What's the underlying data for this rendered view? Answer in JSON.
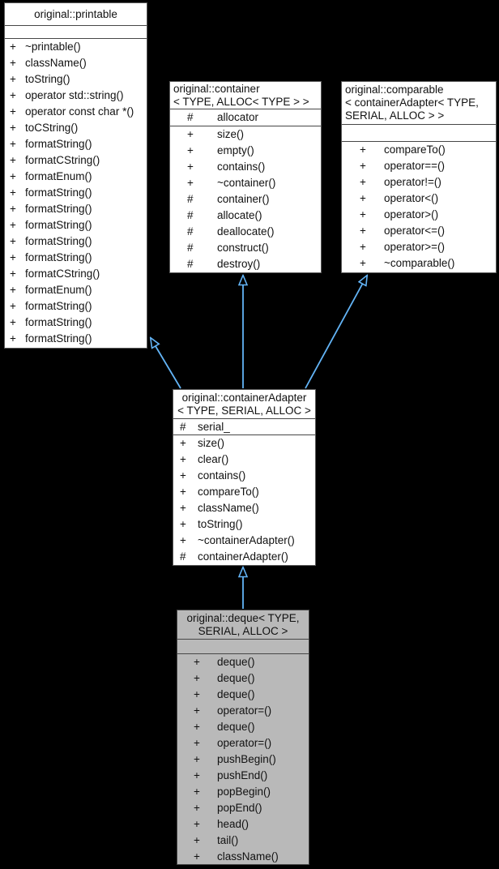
{
  "diagram": {
    "type": "uml-class-inheritance-graph",
    "background_color": "#000000",
    "edge_color": "#63B4F6",
    "current_class_fill": "#b9b9b9",
    "classes": [
      {
        "id": "printable",
        "title": "original::printable",
        "attributes": [],
        "methods": [
          {
            "v": "+",
            "n": "~printable()"
          },
          {
            "v": "+",
            "n": "className()"
          },
          {
            "v": "+",
            "n": "toString()"
          },
          {
            "v": "+",
            "n": "operator std::string()"
          },
          {
            "v": "+",
            "n": "operator const char *()"
          },
          {
            "v": "+",
            "n": "toCString()"
          },
          {
            "v": "+",
            "n": "formatString()"
          },
          {
            "v": "+",
            "n": "formatCString()"
          },
          {
            "v": "+",
            "n": "formatEnum()"
          },
          {
            "v": "+",
            "n": "formatString()"
          },
          {
            "v": "+",
            "n": "formatString()"
          },
          {
            "v": "+",
            "n": "formatString()"
          },
          {
            "v": "+",
            "n": "formatString()"
          },
          {
            "v": "+",
            "n": "formatString()"
          },
          {
            "v": "+",
            "n": "formatCString()"
          },
          {
            "v": "+",
            "n": "formatEnum()"
          },
          {
            "v": "+",
            "n": "formatString()"
          },
          {
            "v": "+",
            "n": "formatString()"
          },
          {
            "v": "+",
            "n": "formatString()"
          }
        ]
      },
      {
        "id": "container",
        "title": "original::container\n< TYPE, ALLOC< TYPE > >",
        "attributes": [
          {
            "v": "#",
            "n": "allocator"
          }
        ],
        "methods": [
          {
            "v": "+",
            "n": "size()"
          },
          {
            "v": "+",
            "n": "empty()"
          },
          {
            "v": "+",
            "n": "contains()"
          },
          {
            "v": "+",
            "n": "~container()"
          },
          {
            "v": "#",
            "n": "container()"
          },
          {
            "v": "#",
            "n": "allocate()"
          },
          {
            "v": "#",
            "n": "deallocate()"
          },
          {
            "v": "#",
            "n": "construct()"
          },
          {
            "v": "#",
            "n": "destroy()"
          }
        ]
      },
      {
        "id": "comparable",
        "title": "original::comparable\n< containerAdapter< TYPE,\nSERIAL, ALLOC > >",
        "attributes": [],
        "methods": [
          {
            "v": "+",
            "n": "compareTo()"
          },
          {
            "v": "+",
            "n": "operator==()"
          },
          {
            "v": "+",
            "n": "operator!=()"
          },
          {
            "v": "+",
            "n": "operator<()"
          },
          {
            "v": "+",
            "n": "operator>()"
          },
          {
            "v": "+",
            "n": "operator<=()"
          },
          {
            "v": "+",
            "n": "operator>=()"
          },
          {
            "v": "+",
            "n": "~comparable()"
          }
        ]
      },
      {
        "id": "containerAdapter",
        "title": "original::containerAdapter\n< TYPE, SERIAL, ALLOC >",
        "attributes": [
          {
            "v": "#",
            "n": "serial_"
          }
        ],
        "methods": [
          {
            "v": "+",
            "n": "size()"
          },
          {
            "v": "+",
            "n": "clear()"
          },
          {
            "v": "+",
            "n": "contains()"
          },
          {
            "v": "+",
            "n": "compareTo()"
          },
          {
            "v": "+",
            "n": "className()"
          },
          {
            "v": "+",
            "n": "toString()"
          },
          {
            "v": "+",
            "n": "~containerAdapter()"
          },
          {
            "v": "#",
            "n": "containerAdapter()"
          }
        ]
      },
      {
        "id": "deque",
        "title": "original::deque< TYPE,\nSERIAL, ALLOC >",
        "attributes": [],
        "methods": [
          {
            "v": "+",
            "n": "deque()"
          },
          {
            "v": "+",
            "n": "deque()"
          },
          {
            "v": "+",
            "n": "deque()"
          },
          {
            "v": "+",
            "n": "operator=()"
          },
          {
            "v": "+",
            "n": "deque()"
          },
          {
            "v": "+",
            "n": "operator=()"
          },
          {
            "v": "+",
            "n": "pushBegin()"
          },
          {
            "v": "+",
            "n": "pushEnd()"
          },
          {
            "v": "+",
            "n": "popBegin()"
          },
          {
            "v": "+",
            "n": "popEnd()"
          },
          {
            "v": "+",
            "n": "head()"
          },
          {
            "v": "+",
            "n": "tail()"
          },
          {
            "v": "+",
            "n": "className()"
          }
        ]
      }
    ],
    "edges": [
      {
        "from": "containerAdapter",
        "to": "printable",
        "relation": "inherits"
      },
      {
        "from": "containerAdapter",
        "to": "container",
        "relation": "inherits"
      },
      {
        "from": "containerAdapter",
        "to": "comparable",
        "relation": "inherits"
      },
      {
        "from": "deque",
        "to": "containerAdapter",
        "relation": "inherits"
      }
    ]
  }
}
